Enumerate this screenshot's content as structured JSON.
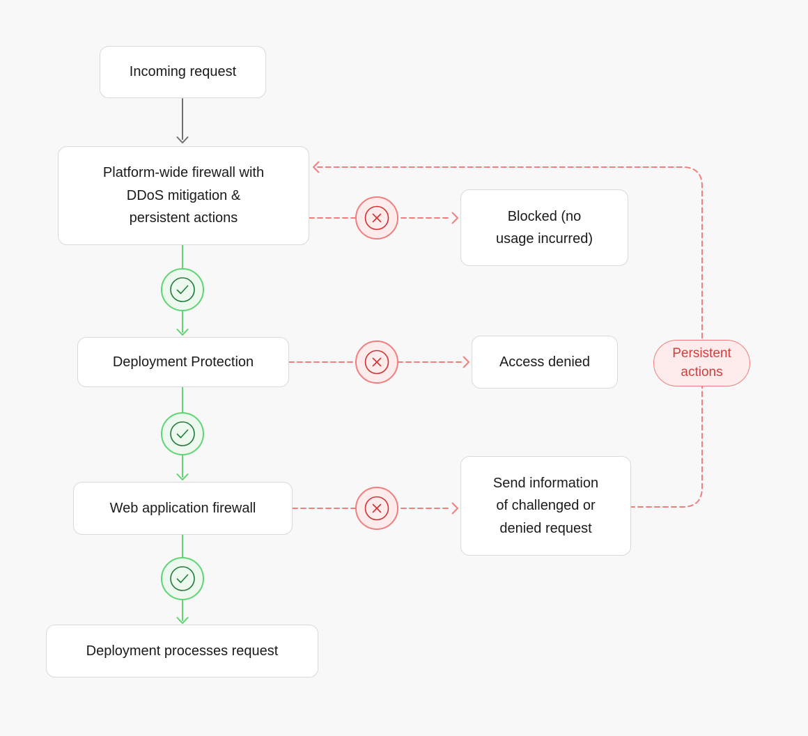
{
  "palette": {
    "background": "#f8f8f8",
    "node_background": "#ffffff",
    "node_border": "#d9d9d9",
    "text": "#1a1a1a",
    "neutral_arrow": "#6f6f6f",
    "success_green": "#5ed472",
    "success_green_dark": "#1e7b37",
    "success_green_fill": "#edf9ee",
    "danger_salmon": "#f27d7d",
    "danger_red_dark": "#d12f2f",
    "danger_red_fill": "#fdeceb",
    "pill_text": "#d63c3c"
  },
  "icons": {
    "pass": "check-circle-icon",
    "fail": "x-circle-icon"
  },
  "flowchart": {
    "nodes": {
      "incoming_request": {
        "label": "Incoming request"
      },
      "platform_firewall": {
        "label": "Platform-wide firewall with\nDDoS mitigation &\npersistent actions"
      },
      "deployment_protection": {
        "label": "Deployment Protection"
      },
      "web_application_firewall": {
        "label": "Web application firewall"
      },
      "deployment_processes": {
        "label": "Deployment processes request"
      },
      "blocked": {
        "label": "Blocked (no\nusage incurred)"
      },
      "access_denied": {
        "label": "Access denied"
      },
      "send_information": {
        "label": "Send information\nof challenged or\ndenied request"
      },
      "persistent_actions": {
        "label": "Persistent\nactions"
      }
    }
  }
}
